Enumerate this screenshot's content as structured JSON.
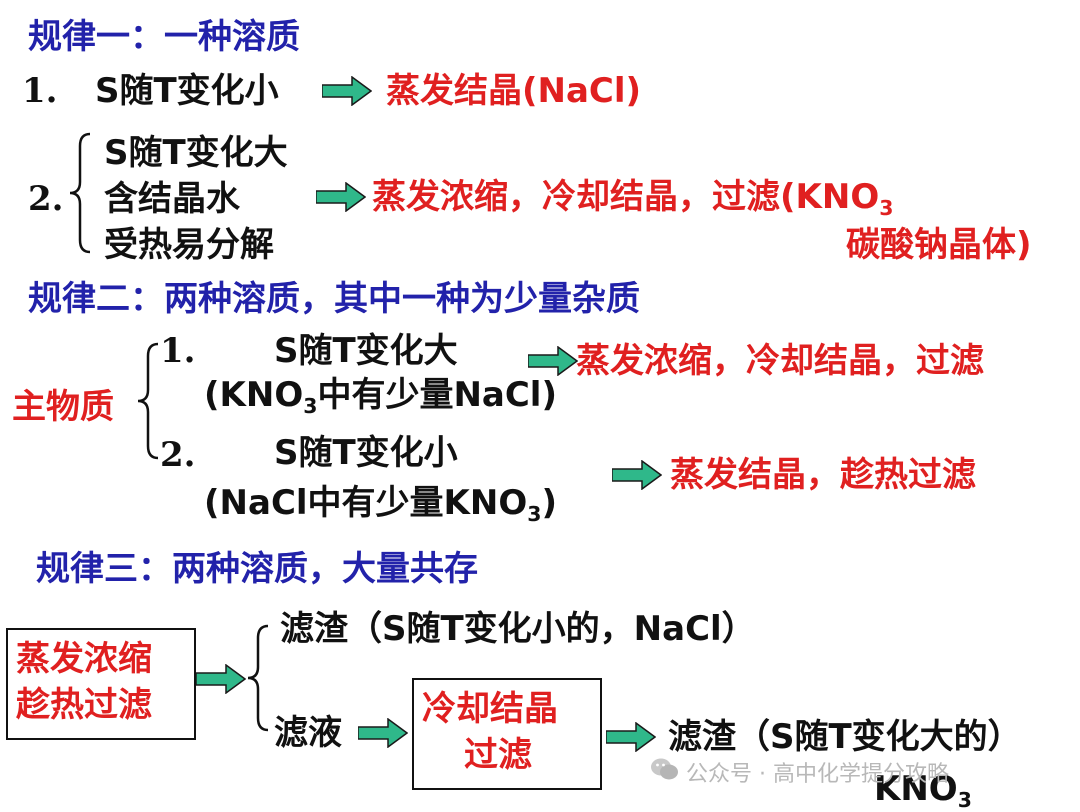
{
  "colors": {
    "heading": "#2222aa",
    "result": "#e02020",
    "text": "#111111",
    "arrow": "#2fb88a"
  },
  "rule1": {
    "heading": "规律一：一种溶质",
    "item1": {
      "num": "1.",
      "cond": "S随T变化小",
      "result": "蒸发结晶(NaCl)"
    },
    "item2": {
      "num": "2.",
      "conds": [
        "S随T变化大",
        "含结晶水",
        "受热易分解"
      ],
      "result_a": "蒸发浓缩，冷却结晶，过滤(KNO",
      "result_sub": "3",
      "result_b": "碳酸钠晶体)"
    }
  },
  "rule2": {
    "heading": "规律二：两种溶质，其中一种为少量杂质",
    "label": "主物质",
    "item1": {
      "num": "1.",
      "cond": "S随T变化大",
      "note_a": "(KNO",
      "note_sub": "3",
      "note_b": "中有少量NaCl)",
      "result": "蒸发浓缩，冷却结晶，过滤"
    },
    "item2": {
      "num": "2.",
      "cond": "S随T变化小",
      "note_a": "(NaCl中有少量KNO",
      "note_sub": "3",
      "note_b": ")",
      "result": "蒸发结晶，趁热过滤"
    }
  },
  "rule3": {
    "heading": "规律三：两种溶质，大量共存",
    "box1": [
      "蒸发浓缩",
      "趁热过滤"
    ],
    "residue1": "滤渣（S随T变化小的，NaCl）",
    "filtrate": "滤液",
    "box2": [
      "冷却结晶",
      "过滤"
    ],
    "residue2": "滤渣（S随T变化大的）",
    "residue2_formula": "KNO",
    "residue2_sub": "3"
  },
  "watermark": {
    "icon": "wechat-icon",
    "text": "公众号 · 高中化学提分攻略"
  }
}
